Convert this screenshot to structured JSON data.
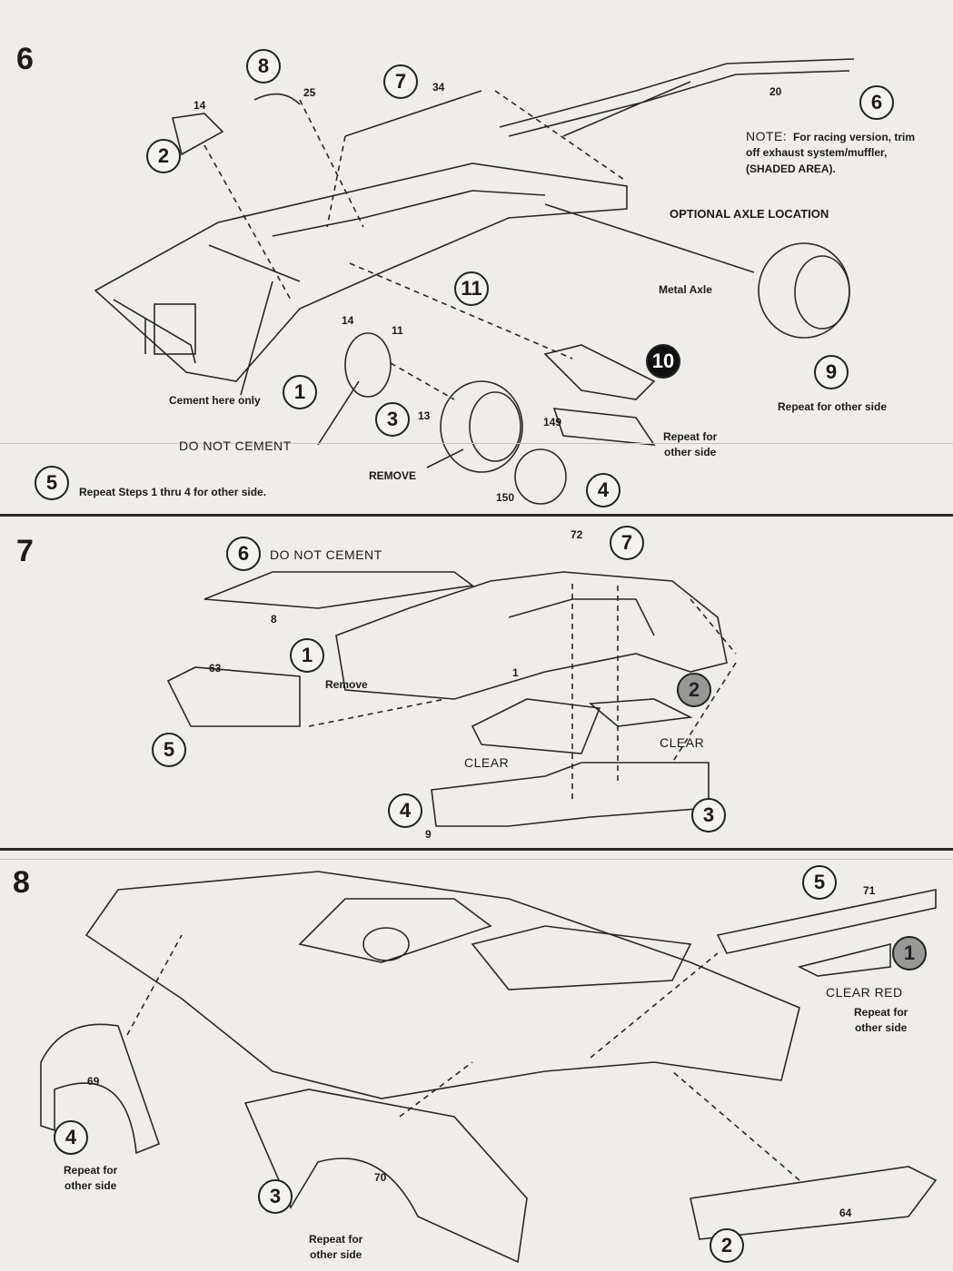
{
  "steps": {
    "s6": {
      "number": "6",
      "callouts": [
        "8",
        "7",
        "2",
        "6",
        "11",
        "1",
        "3",
        "10",
        "9",
        "4",
        "5"
      ],
      "parts": [
        "14",
        "25",
        "34",
        "20",
        "14",
        "11",
        "13",
        "149",
        "150"
      ],
      "note_head": "NOTE:",
      "note_body1": "For racing version, trim",
      "note_body2": "off exhaust system/muffler,",
      "note_body3": "(SHADED AREA).",
      "optional_axle": "OPTIONAL AXLE LOCATION",
      "metal_axle": "Metal Axle",
      "cement_here": "Cement here only",
      "do_not_cement": "DO NOT CEMENT",
      "remove": "REMOVE",
      "repeat_a1": "Repeat for",
      "repeat_a2": "other side",
      "repeat_b": "Repeat for other side",
      "repeat_steps": "Repeat Steps 1 thru 4 for other side."
    },
    "s7": {
      "number": "7",
      "callouts": [
        "6",
        "7",
        "1",
        "2",
        "5",
        "4",
        "3"
      ],
      "parts": [
        "72",
        "8",
        "63",
        "1",
        "9"
      ],
      "do_not_cement": "DO NOT CEMENT",
      "remove": "Remove",
      "clear1": "CLEAR",
      "clear2": "CLEAR"
    },
    "s8": {
      "number": "8",
      "callouts": [
        "5",
        "1",
        "4",
        "3",
        "2"
      ],
      "parts": [
        "71",
        "69",
        "70",
        "64"
      ],
      "clear_red": "CLEAR RED",
      "repeat1": "Repeat for",
      "repeat2": "other side"
    }
  }
}
